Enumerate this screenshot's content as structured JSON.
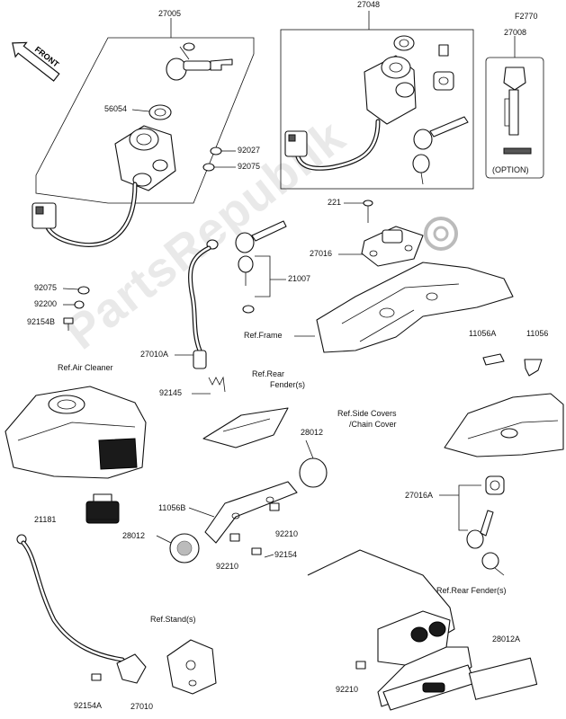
{
  "watermark": "PartsRepublik",
  "front_indicator": "FRONT",
  "option_note": "(OPTION)",
  "part_labels": [
    {
      "id": "27005",
      "text": "27005"
    },
    {
      "id": "27048",
      "text": "27048"
    },
    {
      "id": "F2770",
      "text": "F2770"
    },
    {
      "id": "27008",
      "text": "27008"
    },
    {
      "id": "56054",
      "text": "56054"
    },
    {
      "id": "92027",
      "text": "92027"
    },
    {
      "id": "92075a",
      "text": "92075"
    },
    {
      "id": "221",
      "text": "221"
    },
    {
      "id": "27016",
      "text": "27016"
    },
    {
      "id": "92075b",
      "text": "92075"
    },
    {
      "id": "92200",
      "text": "92200"
    },
    {
      "id": "21007",
      "text": "21007"
    },
    {
      "id": "92154B",
      "text": "92154B"
    },
    {
      "id": "ref-frame",
      "text": "Ref.Frame"
    },
    {
      "id": "27010A",
      "text": "27010A"
    },
    {
      "id": "11056A",
      "text": "11056A"
    },
    {
      "id": "11056",
      "text": "11056"
    },
    {
      "id": "ref-air-cleaner",
      "text": "Ref.Air Cleaner"
    },
    {
      "id": "ref-rear-fender-1",
      "text": "Ref.Rear"
    },
    {
      "id": "ref-rear-fender-2",
      "text": "Fender(s)"
    },
    {
      "id": "92145",
      "text": "92145"
    },
    {
      "id": "ref-side-covers-1",
      "text": "Ref.Side Covers"
    },
    {
      "id": "ref-side-covers-2",
      "text": "/Chain Cover"
    },
    {
      "id": "28012a",
      "text": "28012"
    },
    {
      "id": "21181",
      "text": "21181"
    },
    {
      "id": "11056B",
      "text": "11056B"
    },
    {
      "id": "27016A",
      "text": "27016A"
    },
    {
      "id": "28012b",
      "text": "28012"
    },
    {
      "id": "92210a",
      "text": "92210"
    },
    {
      "id": "92210b",
      "text": "92210"
    },
    {
      "id": "92154",
      "text": "92154"
    },
    {
      "id": "ref-rear-fender-3",
      "text": "Ref.Rear Fender(s)"
    },
    {
      "id": "ref-stand",
      "text": "Ref.Stand(s)"
    },
    {
      "id": "28012A",
      "text": "28012A"
    },
    {
      "id": "92210c",
      "text": "92210"
    },
    {
      "id": "92154A",
      "text": "92154A"
    },
    {
      "id": "27010",
      "text": "27010"
    }
  ]
}
